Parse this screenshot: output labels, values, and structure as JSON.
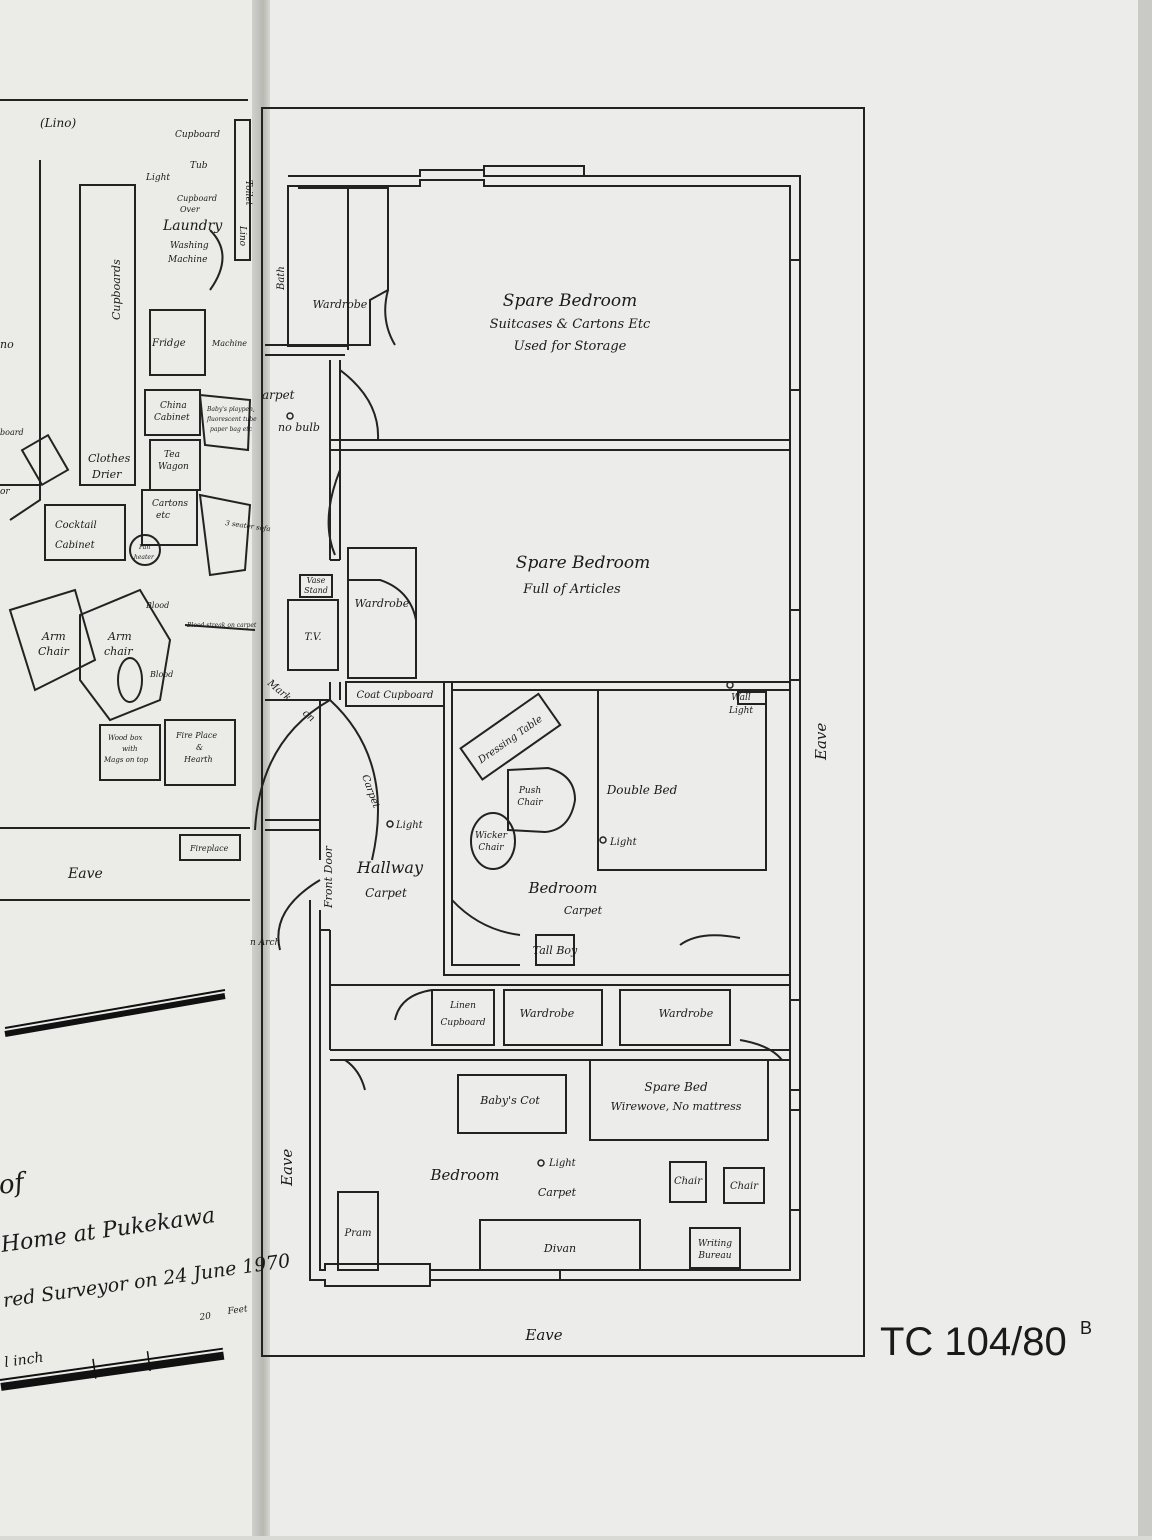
{
  "right_plan": {
    "rooms": {
      "spare_bedroom_1": {
        "title": "Spare Bedroom",
        "line1": "Suitcases & Cartons Etc",
        "line2": "Used for Storage"
      },
      "spare_bedroom_2": {
        "title": "Spare Bedroom",
        "line1": "Full of Articles"
      },
      "bedroom_main": {
        "title": "Bedroom",
        "floor": "Carpet"
      },
      "hallway": {
        "title": "Hallway",
        "floor": "Carpet"
      },
      "bedroom_lower": {
        "title": "Bedroom",
        "floor": "Carpet"
      }
    },
    "fixtures": {
      "bath": "Bath",
      "wardrobe_top": "Wardrobe",
      "wardrobe_mid": "Wardrobe",
      "vase_stand_a": "Vase",
      "vase_stand_b": "Stand",
      "tv": "T.V.",
      "coat_cupboard": "Coat Cupboard",
      "dressing_table": "Dressing Table",
      "push_chair_a": "Push",
      "push_chair_b": "Chair",
      "double_bed": "Double Bed",
      "wall_light_a": "Wall",
      "wall_light_b": "Light",
      "wicker_chair_a": "Wicker",
      "wicker_chair_b": "Chair",
      "light_bedroom": "Light",
      "tall_boy": "Tall Boy",
      "linen_cupboard_a": "Linen",
      "linen_cupboard_b": "Cupboard",
      "wardrobe_centre": "Wardrobe",
      "wardrobe_right": "Wardrobe",
      "babys_cot": "Baby's Cot",
      "spare_bed_a": "Spare Bed",
      "spare_bed_b": "Wirewove, No mattress",
      "chair_1": "Chair",
      "chair_2": "Chair",
      "light_lower": "Light",
      "pram": "Pram",
      "divan": "Divan",
      "writing_bureau_a": "Writing",
      "writing_bureau_b": "Bureau",
      "front_door": "Front Door",
      "light_hall": "Light",
      "carpet_path": "Carpet",
      "carpet_top": "arpet",
      "no_bulb": "no bulb",
      "mark_on": "Mark",
      "mark_on_b": "on"
    },
    "eave_right": "Eave",
    "eave_bottom": "Eave",
    "eave_left": "Eave"
  },
  "left_plan": {
    "lino": "(Lino)",
    "cupboard": "Cupboard",
    "tub": "Tub",
    "light": "Light",
    "cupboard_over_a": "Cupboard",
    "cupboard_over_b": "Over",
    "laundry": "Laundry",
    "washing_machine_a": "Washing",
    "washing_machine_b": "Machine",
    "toilet_a": "Toilet",
    "toilet_b": "Lino",
    "cupboards": "Cupboards",
    "fridge": "Fridge",
    "machine": "Machine",
    "no_frag": "no",
    "china_a": "China",
    "china_b": "Cabinet",
    "babys_a": "Baby's playpen,",
    "babys_b": "fluorescent tube",
    "babys_c": "paper bag etc",
    "board": "board",
    "or_frag": "or",
    "clothes_a": "Clothes",
    "clothes_b": "Drier",
    "tea_a": "Tea",
    "tea_b": "Wagon",
    "cartons_a": "Cartons",
    "cartons_b": "etc",
    "three_seater": "3 seater sofa",
    "cocktail_a": "Cocktail",
    "cocktail_b": "Cabinet",
    "fan_a": "Fan",
    "fan_b": "heater",
    "blood_1": "Blood",
    "blood_2": "Blood",
    "blood_streak": "Blood streak on carpet",
    "arm_chair_1a": "Arm",
    "arm_chair_1b": "Chair",
    "arm_chair_2a": "Arm",
    "arm_chair_2b": "chair",
    "woodbox_a": "Wood box",
    "woodbox_b": "with",
    "woodbox_c": "Mags on top",
    "fireplace_a": "Fire Place",
    "fireplace_b": "&",
    "fireplace_c": "Hearth",
    "fireplace_small": "Fireplace",
    "eave": "Eave",
    "arch": "n Arch",
    "title_1": "of",
    "title_2": "Home at Pukekawa",
    "title_3": "red Surveyor on 24 June 1970",
    "scale_label": "l inch",
    "scale_feet": "Feet",
    "scale_20": "20"
  },
  "stamp": "TC 104/80",
  "stamp_sup": "B"
}
